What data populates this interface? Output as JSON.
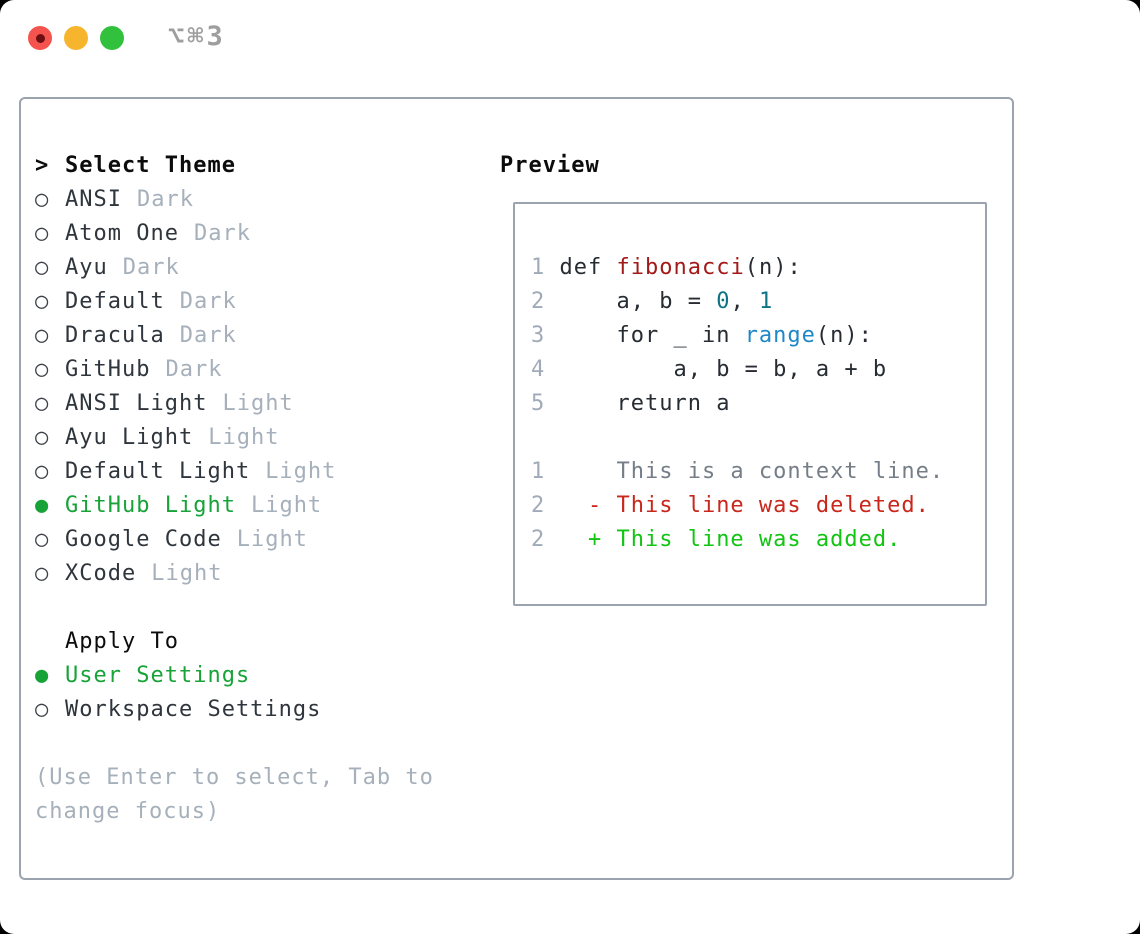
{
  "window": {
    "title": "⌥⌘3",
    "traffic_lights": {
      "close": "close-button",
      "minimize": "minimize-button",
      "zoom": "zoom-button"
    }
  },
  "icons": {
    "radio_empty": "○",
    "radio_selected": "●",
    "header_marker": ">"
  },
  "colors": {
    "selected_green": "#18a338",
    "added_green": "#13c413",
    "deleted_red": "#c9271b",
    "function_red": "#a31919",
    "number_teal": "#0e7384",
    "builtin_blue": "#1e88c7",
    "muted_gray": "#a6b0bb",
    "border_gray": "#9aa3ae",
    "traffic_red": "#f4544d",
    "traffic_yellow": "#f7b52d",
    "traffic_green": "#32c13d"
  },
  "theme_picker": {
    "header": "Select Theme",
    "themes": [
      {
        "name": "ANSI",
        "variant": "Dark",
        "selected": false
      },
      {
        "name": "Atom One",
        "variant": "Dark",
        "selected": false
      },
      {
        "name": "Ayu",
        "variant": "Dark",
        "selected": false
      },
      {
        "name": "Default",
        "variant": "Dark",
        "selected": false
      },
      {
        "name": "Dracula",
        "variant": "Dark",
        "selected": false
      },
      {
        "name": "GitHub",
        "variant": "Dark",
        "selected": false
      },
      {
        "name": "ANSI Light",
        "variant": "Light",
        "selected": false
      },
      {
        "name": "Ayu Light",
        "variant": "Light",
        "selected": false
      },
      {
        "name": "Default Light",
        "variant": "Light",
        "selected": false
      },
      {
        "name": "GitHub Light",
        "variant": "Light",
        "selected": true
      },
      {
        "name": "Google Code",
        "variant": "Light",
        "selected": false
      },
      {
        "name": "XCode",
        "variant": "Light",
        "selected": false
      }
    ],
    "apply_to": {
      "header": "Apply To",
      "options": [
        {
          "label": "User Settings",
          "selected": true
        },
        {
          "label": "Workspace Settings",
          "selected": false
        }
      ]
    },
    "hint": "(Use Enter to select, Tab to change focus)"
  },
  "preview": {
    "header": "Preview",
    "code_lines": [
      {
        "num": "1",
        "tokens": [
          {
            "t": " def ",
            "c": "fg"
          },
          {
            "t": "fibonacci",
            "c": "fn"
          },
          {
            "t": "(n):",
            "c": "fg"
          }
        ]
      },
      {
        "num": "2",
        "tokens": [
          {
            "t": "     a, b = ",
            "c": "fg"
          },
          {
            "t": "0",
            "c": "num"
          },
          {
            "t": ", ",
            "c": "fg"
          },
          {
            "t": "1",
            "c": "num"
          }
        ]
      },
      {
        "num": "3",
        "tokens": [
          {
            "t": "     for _ in ",
            "c": "fg"
          },
          {
            "t": "range",
            "c": "bi"
          },
          {
            "t": "(n):",
            "c": "fg"
          }
        ]
      },
      {
        "num": "4",
        "tokens": [
          {
            "t": "         a, b = b, a + b",
            "c": "fg"
          }
        ]
      },
      {
        "num": "5",
        "tokens": [
          {
            "t": "     return a",
            "c": "fg"
          }
        ]
      },
      {
        "num": "",
        "tokens": []
      },
      {
        "num": "1",
        "tokens": [
          {
            "t": "     This is a context line.",
            "c": "ctx"
          }
        ]
      },
      {
        "num": "2",
        "tokens": [
          {
            "t": "   - This line was deleted.",
            "c": "del"
          }
        ]
      },
      {
        "num": "2",
        "tokens": [
          {
            "t": "   + This line was added.",
            "c": "add"
          }
        ]
      }
    ]
  }
}
